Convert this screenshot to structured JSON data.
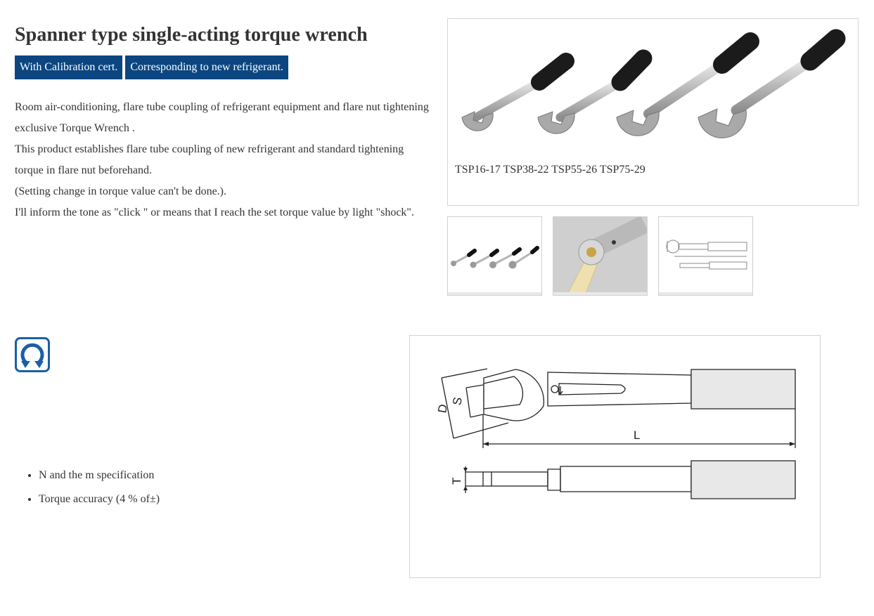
{
  "product": {
    "title": "Spanner type single-acting torque wrench",
    "badges": [
      "With Calibration cert.",
      "Corresponding to new refrigerant."
    ],
    "description": [
      "Room air-conditioning, flare tube coupling of refrigerant equipment and flare nut tightening exclusive Torque Wrench .",
      "This product establishes flare tube coupling of new refrigerant and standard tightening torque in flare nut beforehand.",
      "(Setting change in torque value can't be done.).",
      "I'll inform the tone as \"click \" or means that I reach the set torque value by light \"shock\"."
    ]
  },
  "gallery": {
    "caption": "TSP16-17 TSP38-22 TSP55-26 TSP75-29",
    "thumbnails": [
      "wrench-set-thumb",
      "usage-thumb",
      "dimension-drawing-thumb"
    ]
  },
  "features": {
    "icon": "rotation-icon",
    "bullets": [
      "N and the m specification",
      "Torque accuracy (4 % of±)"
    ]
  },
  "diagram": {
    "labels": {
      "d": "D",
      "s": "S",
      "l": "L",
      "t": "T"
    }
  },
  "colors": {
    "accent": "#0b4680",
    "text": "#333333",
    "border": "#d6d6d6"
  }
}
